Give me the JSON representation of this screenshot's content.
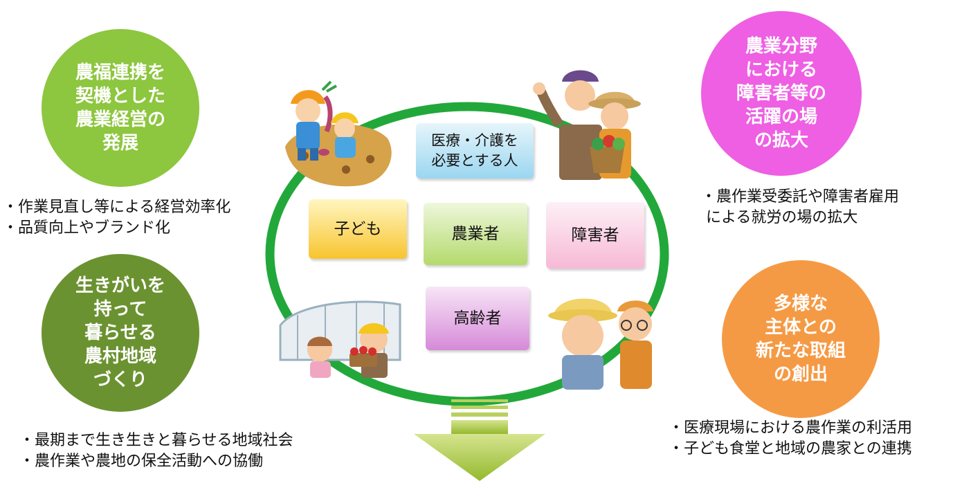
{
  "circles": {
    "top_left": {
      "text": "農福連携を\n契機とした\n農業経営の\n発展",
      "color": "#8dc63f"
    },
    "top_right": {
      "text": "農業分野\nにおける\n障害者等の\n活躍の場\nの拡大",
      "color": "#ee5fe3"
    },
    "bottom_left": {
      "text": "生きがいを\n持って\n暮らせる\n農村地域\nづくり",
      "color": "#6b9230"
    },
    "bottom_right": {
      "text": "多様な\n主体との\n新たな取組\nの創出",
      "color": "#f59a44"
    }
  },
  "notes": {
    "top_left": "・作業見直し等による経営効率化\n・品質向上やブランド化",
    "top_right": "・農作業受委託や障害者雇用\n による就労の場の拡大",
    "bottom_left": "・最期まで生き生きと暮らせる地域社会\n・農作業や農地の保全活動への協働",
    "bottom_right": "・医療現場における農作業の利活用\n・子ども食堂と地域の農家との連携"
  },
  "center_boxes": {
    "medical": "医療・介護を\n必要とする人",
    "children": "子ども",
    "farmer": "農業者",
    "disabled": "障害者",
    "elderly": "高齢者"
  },
  "colors": {
    "ring": "#22a83a",
    "arrow": "#a4c23a"
  }
}
